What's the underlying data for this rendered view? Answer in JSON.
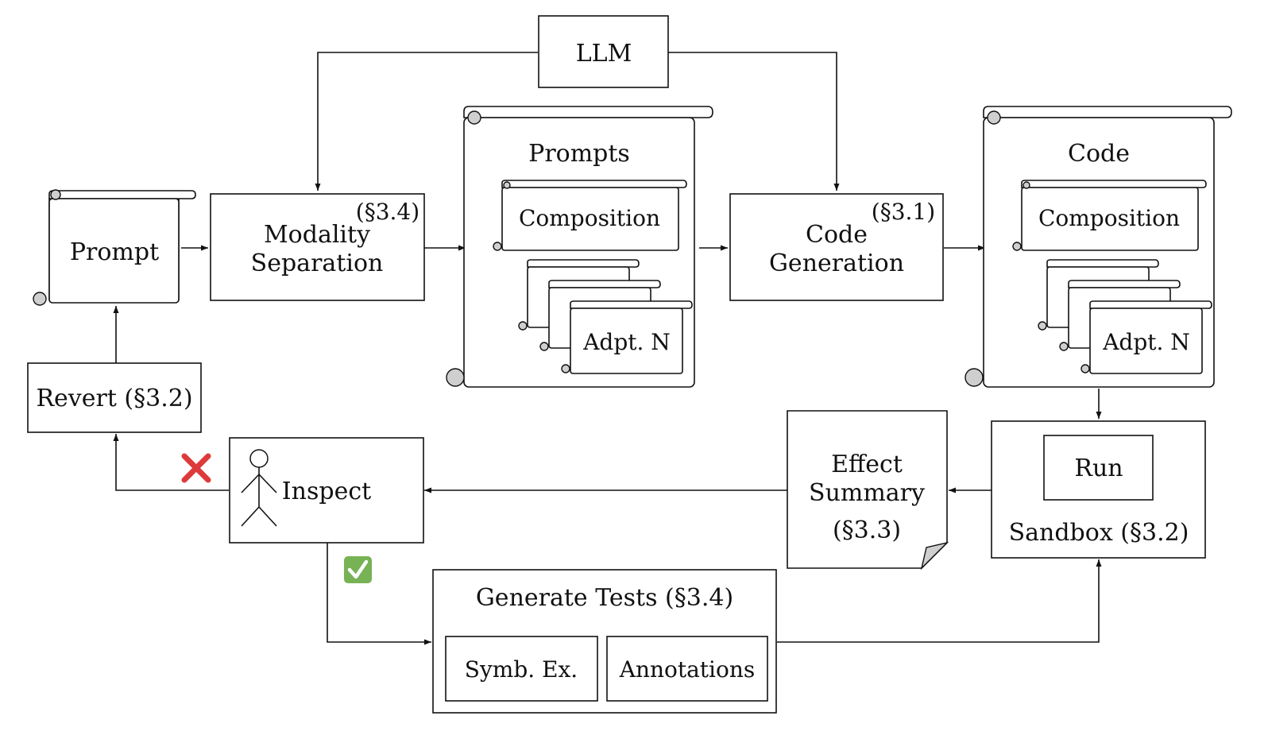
{
  "nodes": {
    "llm": "LLM",
    "prompt": "Prompt",
    "modality_line1": "Modality",
    "modality_line2": "Separation",
    "modality_ref": "(§3.4)",
    "prompts_title": "Prompts",
    "prompts_composition": "Composition",
    "prompts_adapter": "Adpt. N",
    "codegen_line1": "Code",
    "codegen_line2": "Generation",
    "codegen_ref": "(§3.1)",
    "code_title": "Code",
    "code_composition": "Composition",
    "code_adapter": "Adpt. N",
    "revert": "Revert (§3.2)",
    "inspect": "Inspect",
    "effect_line1": "Effect",
    "effect_line2": "Summary",
    "effect_ref": "(§3.3)",
    "run": "Run",
    "sandbox": "Sandbox (§3.2)",
    "generate_tests": "Generate Tests (§3.4)",
    "symb_ex": "Symb. Ex.",
    "annotations": "Annotations"
  },
  "status_icons": {
    "reject": "cross-mark",
    "accept": "check-mark",
    "reject_color": "#dd3b3b",
    "accept_color": "#77b255"
  }
}
